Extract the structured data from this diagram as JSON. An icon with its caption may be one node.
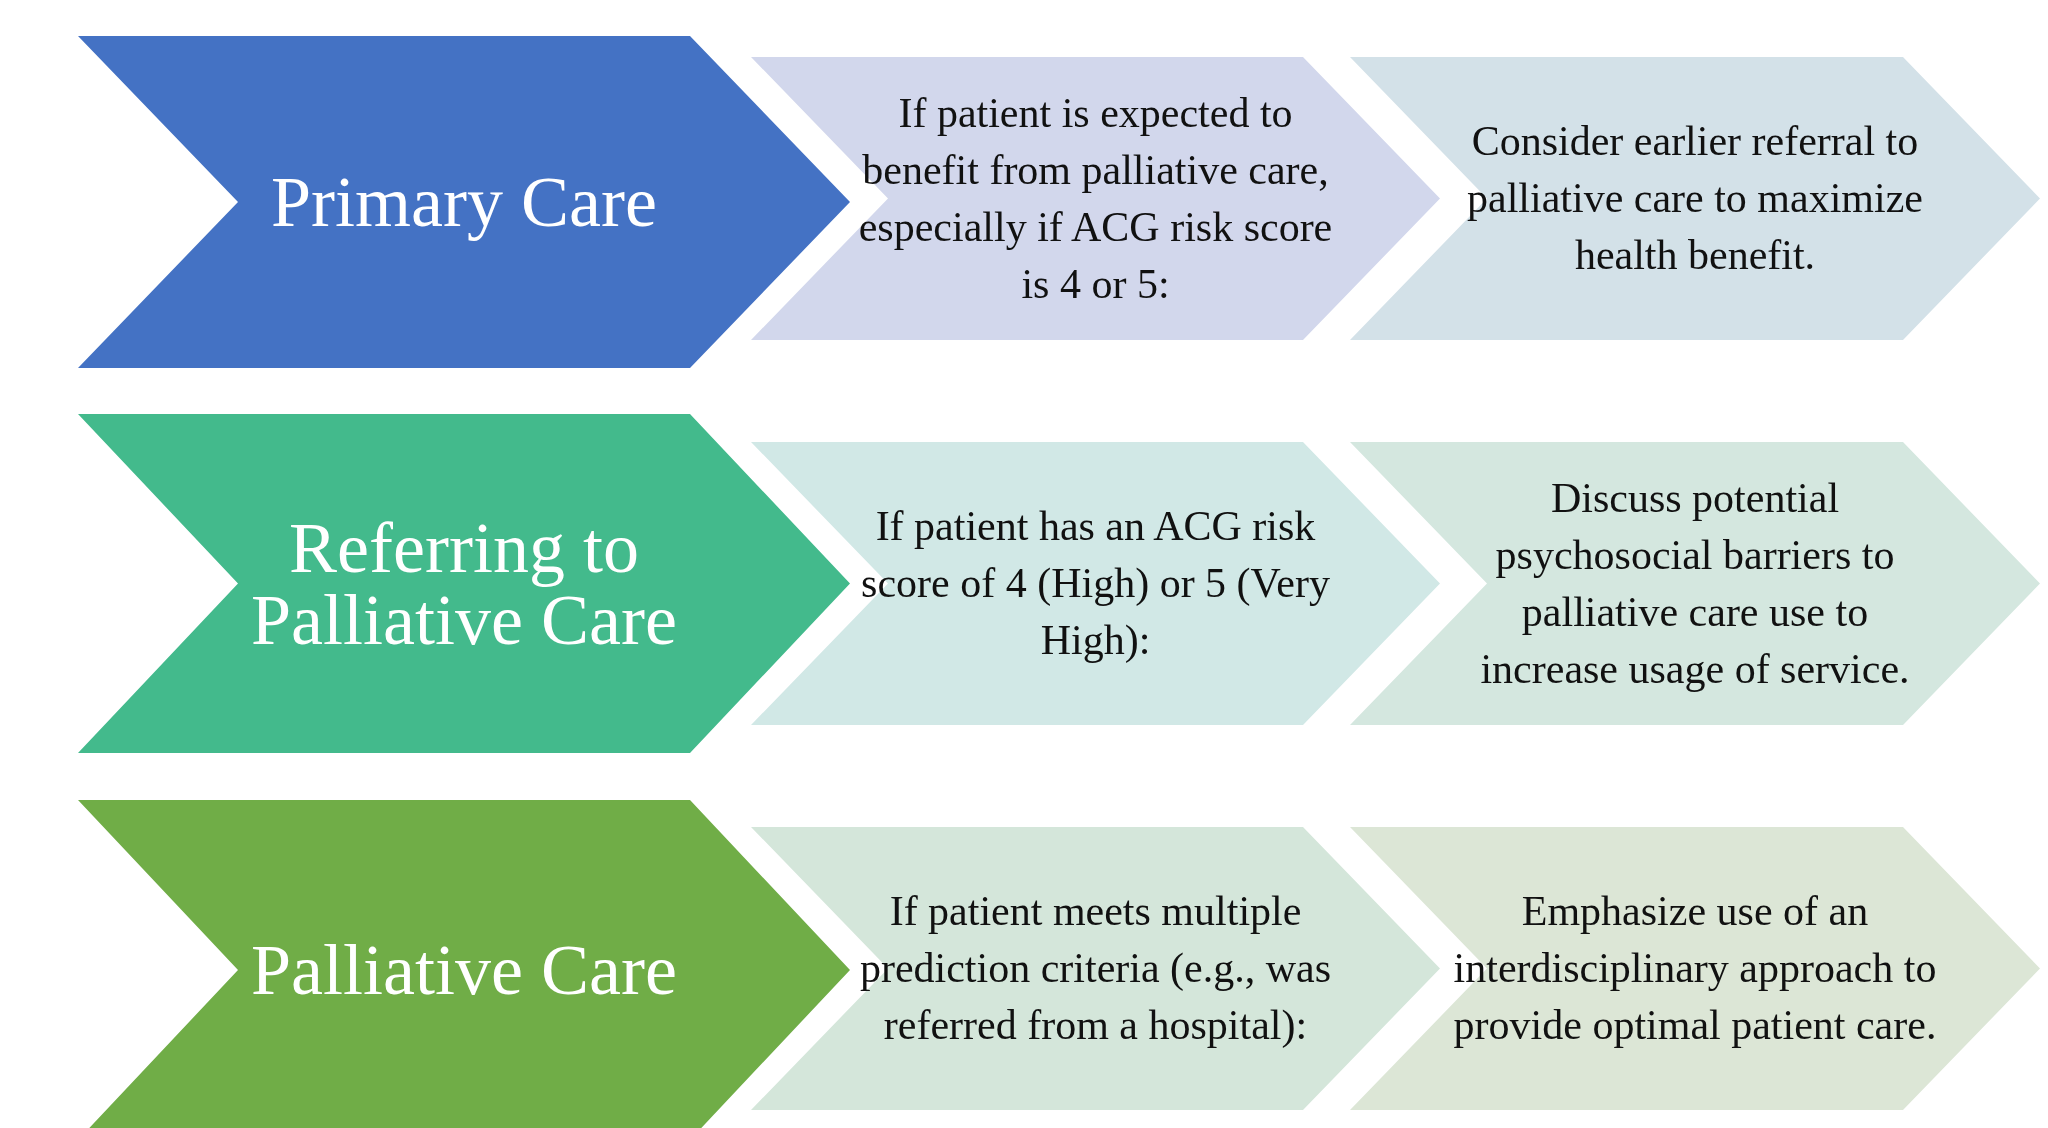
{
  "diagram": {
    "nodes": [
      {
        "text": [
          "Primary Care"
        ]
      },
      {
        "text": [
          "If patient is expected to benefit from palliative care, especially if ACG risk score is 4 or 5:"
        ]
      },
      {
        "text": [
          "Consider earlier referral to palliative care to maximize health benefit."
        ]
      },
      {
        "text": [
          "Referring to Palliative Care"
        ]
      },
      {
        "text": [
          "If patient has an ACG risk score of 4 (High) or 5 (Very High):"
        ]
      },
      {
        "text": [
          "Discuss potential psychosocial barriers to palliative care use to increase usage of service."
        ]
      },
      {
        "text": [
          "Palliative Care"
        ]
      },
      {
        "text": [
          "If patient meets multiple prediction criteria (e.g., was referred from a hospital):"
        ]
      },
      {
        "text": [
          "Emphasize use of an interdisciplinary approach to provide optimal patient care."
        ]
      }
    ]
  }
}
